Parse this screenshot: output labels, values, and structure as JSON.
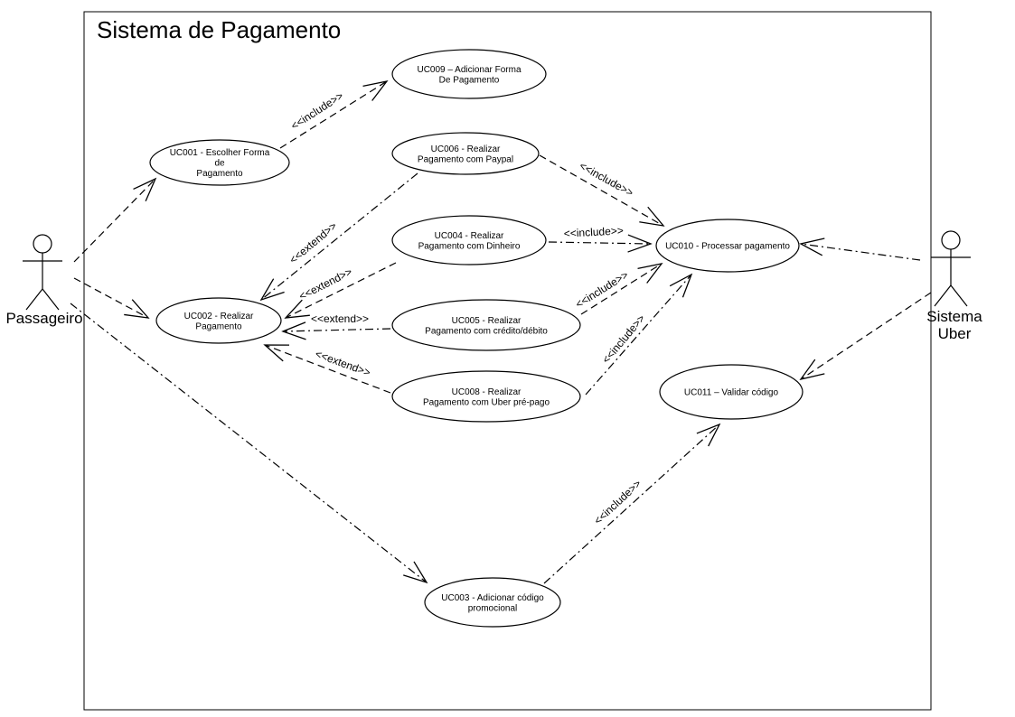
{
  "system": {
    "title": "Sistema de Pagamento"
  },
  "actors": [
    {
      "id": "passageiro",
      "label_lines": [
        "Passageiro"
      ]
    },
    {
      "id": "sistema-uber",
      "label_lines": [
        "Sistema",
        "Uber"
      ]
    }
  ],
  "use_cases": [
    {
      "id": "uc009",
      "lines": [
        "UC009 – Adicionar Forma",
        "De Pagamento"
      ]
    },
    {
      "id": "uc001",
      "lines": [
        "UC001 - Escolher Forma",
        "de",
        "Pagamento"
      ]
    },
    {
      "id": "uc006",
      "lines": [
        "UC006 - Realizar",
        "Pagamento com  Paypal"
      ]
    },
    {
      "id": "uc004",
      "lines": [
        "UC004 - Realizar",
        "Pagamento com Dinheiro"
      ]
    },
    {
      "id": "uc010",
      "lines": [
        "UC010 - Processar pagamento"
      ]
    },
    {
      "id": "uc002",
      "lines": [
        "UC002 - Realizar",
        "Pagamento"
      ]
    },
    {
      "id": "uc005",
      "lines": [
        "UC005 - Realizar",
        "Pagamento com crédito/débito"
      ]
    },
    {
      "id": "uc008",
      "lines": [
        "UC008 - Realizar",
        "Pagamento com Uber pré-pago"
      ]
    },
    {
      "id": "uc011",
      "lines": [
        "UC011 – Validar código"
      ]
    },
    {
      "id": "uc003",
      "lines": [
        "UC003 - Adicionar código",
        "promocional"
      ]
    }
  ],
  "relationships": [
    {
      "id": "passageiro-uc001",
      "from": "passageiro",
      "to": "uc001",
      "stereotype": ""
    },
    {
      "id": "passageiro-uc002",
      "from": "passageiro",
      "to": "uc002",
      "stereotype": ""
    },
    {
      "id": "passageiro-uc003",
      "from": "passageiro",
      "to": "uc003",
      "stereotype": ""
    },
    {
      "id": "uc001-uc009",
      "from": "uc001",
      "to": "uc009",
      "stereotype": "<<include>>"
    },
    {
      "id": "uc006-uc002",
      "from": "uc006",
      "to": "uc002",
      "stereotype": "<<extend>>"
    },
    {
      "id": "uc004-uc002",
      "from": "uc004",
      "to": "uc002",
      "stereotype": "<<extend>>"
    },
    {
      "id": "uc005-uc002",
      "from": "uc005",
      "to": "uc002",
      "stereotype": "<<extend>>"
    },
    {
      "id": "uc008-uc002",
      "from": "uc008",
      "to": "uc002",
      "stereotype": "<<extend>>"
    },
    {
      "id": "uc006-uc010",
      "from": "uc006",
      "to": "uc010",
      "stereotype": "<<include>>"
    },
    {
      "id": "uc004-uc010",
      "from": "uc004",
      "to": "uc010",
      "stereotype": "<<include>>"
    },
    {
      "id": "uc005-uc010",
      "from": "uc005",
      "to": "uc010",
      "stereotype": "<<include>>"
    },
    {
      "id": "uc008-uc010",
      "from": "uc008",
      "to": "uc010",
      "stereotype": "<<include>>"
    },
    {
      "id": "uc003-uc011",
      "from": "uc003",
      "to": "uc011",
      "stereotype": "<<include>>"
    },
    {
      "id": "uber-uc010",
      "from": "sistema-uber",
      "to": "uc010",
      "stereotype": ""
    },
    {
      "id": "uber-uc011",
      "from": "sistema-uber",
      "to": "uc011",
      "stereotype": ""
    }
  ]
}
